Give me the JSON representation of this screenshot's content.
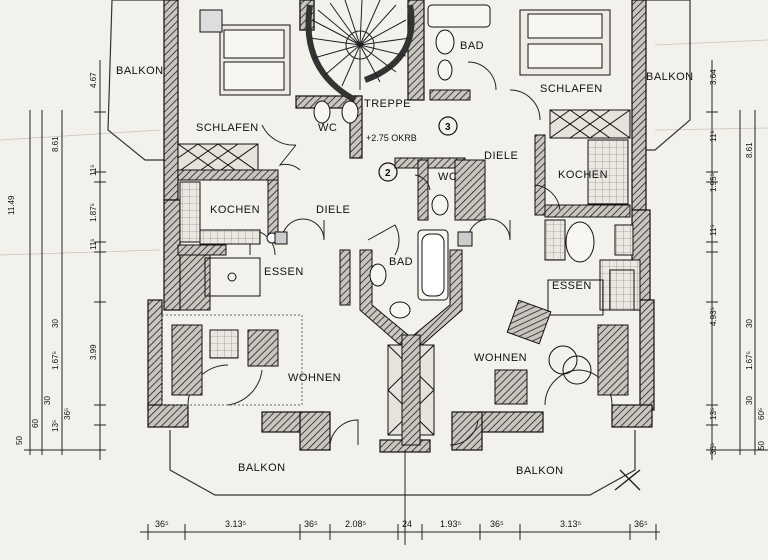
{
  "rooms": {
    "balkon_left_top": "BALKON",
    "schlafen_left": "SCHLAFEN",
    "wc_left": "WC",
    "treppe": "TREPPE",
    "kochen_left": "KOCHEN",
    "diele_left": "DIELE",
    "essen_left": "ESSEN",
    "wohnen_left": "WOHNEN",
    "bad_center": "BAD",
    "bad_top": "BAD",
    "schlafen_right": "SCHLAFEN",
    "balkon_right_top": "BALKON",
    "diele_right": "DIELE",
    "wc_right": "WC",
    "kochen_right": "KOCHEN",
    "essen_right": "ESSEN",
    "wohnen_right": "WOHNEN",
    "balkon_bottom_left": "BALKON",
    "balkon_bottom_right": "BALKON"
  },
  "markers": {
    "elevation": "+2.75 OKRB",
    "circle_2": "2",
    "circle_3": "3"
  },
  "dimensions": {
    "bottom": [
      "36⁵",
      "3.13⁵",
      "36⁵",
      "2.08⁵",
      "24",
      "1.93⁵",
      "36⁵",
      "3.13⁵",
      "36⁵"
    ],
    "left": [
      "4.67",
      "8.61",
      "11.49",
      "11⁵",
      "1.87⁵",
      "11⁵",
      "3.99",
      "30",
      "1.67⁵",
      "50",
      "60",
      "30",
      "13⁵",
      "36⁵"
    ],
    "right": [
      "3.64",
      "8.61",
      "11⁵",
      "1.95⁵",
      "11⁵",
      "4.93⁵",
      "30",
      "1.67⁵",
      "50",
      "60⁵",
      "30",
      "13⁵",
      "36⁵"
    ]
  }
}
